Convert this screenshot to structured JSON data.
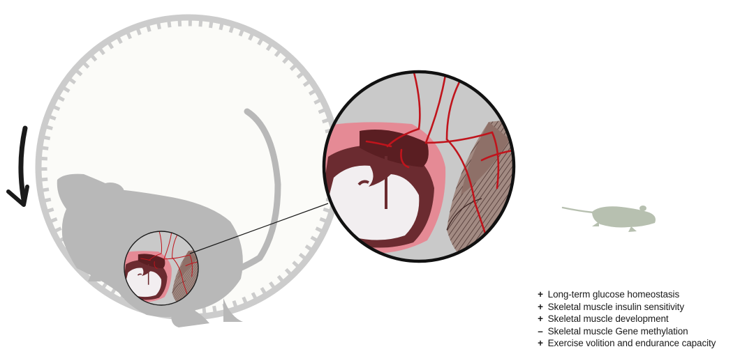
{
  "outcomes": [
    {
      "sign": "+",
      "text": "Long-term glucose homeostasis"
    },
    {
      "sign": "+",
      "text": "Skeletal muscle insulin sensitivity"
    },
    {
      "sign": "+",
      "text": "Skeletal muscle development"
    },
    {
      "sign": "–",
      "text": "Skeletal muscle Gene methylation"
    },
    {
      "sign": "+",
      "text": "Exercise volition and endurance capacity"
    }
  ],
  "colors": {
    "wheel_rim": "#cccccc",
    "wheel_fill": "#fbfbf8",
    "mouse": "#b8b8b8",
    "zoom_bg": "#c9c9c9",
    "placenta_outer": "#e58a95",
    "uterus": "#6b2b30",
    "fetus": "#f2eef0",
    "vessels": "#c0141c",
    "muscle": "#9a8078",
    "offspring": "#b7c0b0",
    "arrow": "#1a1a1a"
  }
}
